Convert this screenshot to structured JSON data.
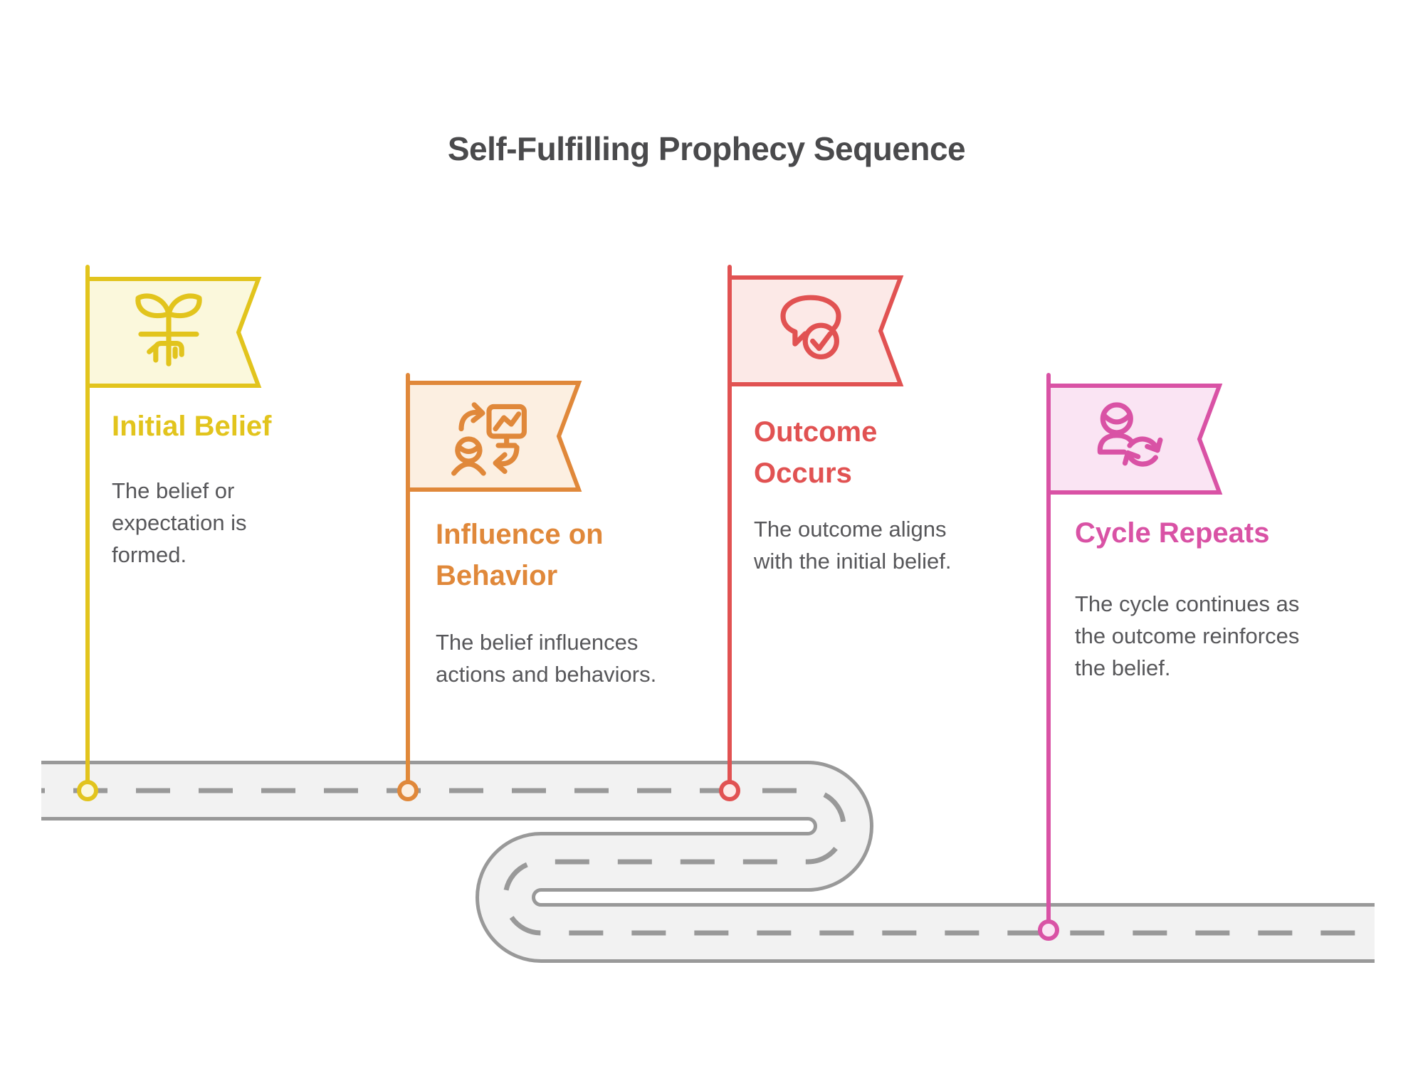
{
  "title": "Self-Fulfilling Prophecy Sequence",
  "text_colors": {
    "title": "#4A4A4C",
    "body": "#57575A"
  },
  "road": {
    "fill": "#F2F2F2",
    "border": "#999999"
  },
  "milestones": [
    {
      "label": "Initial Belief",
      "description": "The belief or expectation is formed.",
      "icon": "seedling-icon",
      "color": "#E2C41D",
      "fill": "#FBF8DC"
    },
    {
      "label": "Influence on Behavior",
      "description": "The belief influences actions and behaviors.",
      "icon": "person-monitor-exchange-icon",
      "color": "#E0883A",
      "fill": "#FCEFE1"
    },
    {
      "label": "Outcome Occurs",
      "description": "The outcome aligns with the initial belief.",
      "icon": "speech-bubble-check-icon",
      "color": "#E15252",
      "fill": "#FCE9E7"
    },
    {
      "label": "Cycle Repeats",
      "description": "The cycle continues as the outcome reinforces the belief.",
      "icon": "person-cycle-icon",
      "color": "#D952A5",
      "fill": "#FAE4F3"
    }
  ]
}
